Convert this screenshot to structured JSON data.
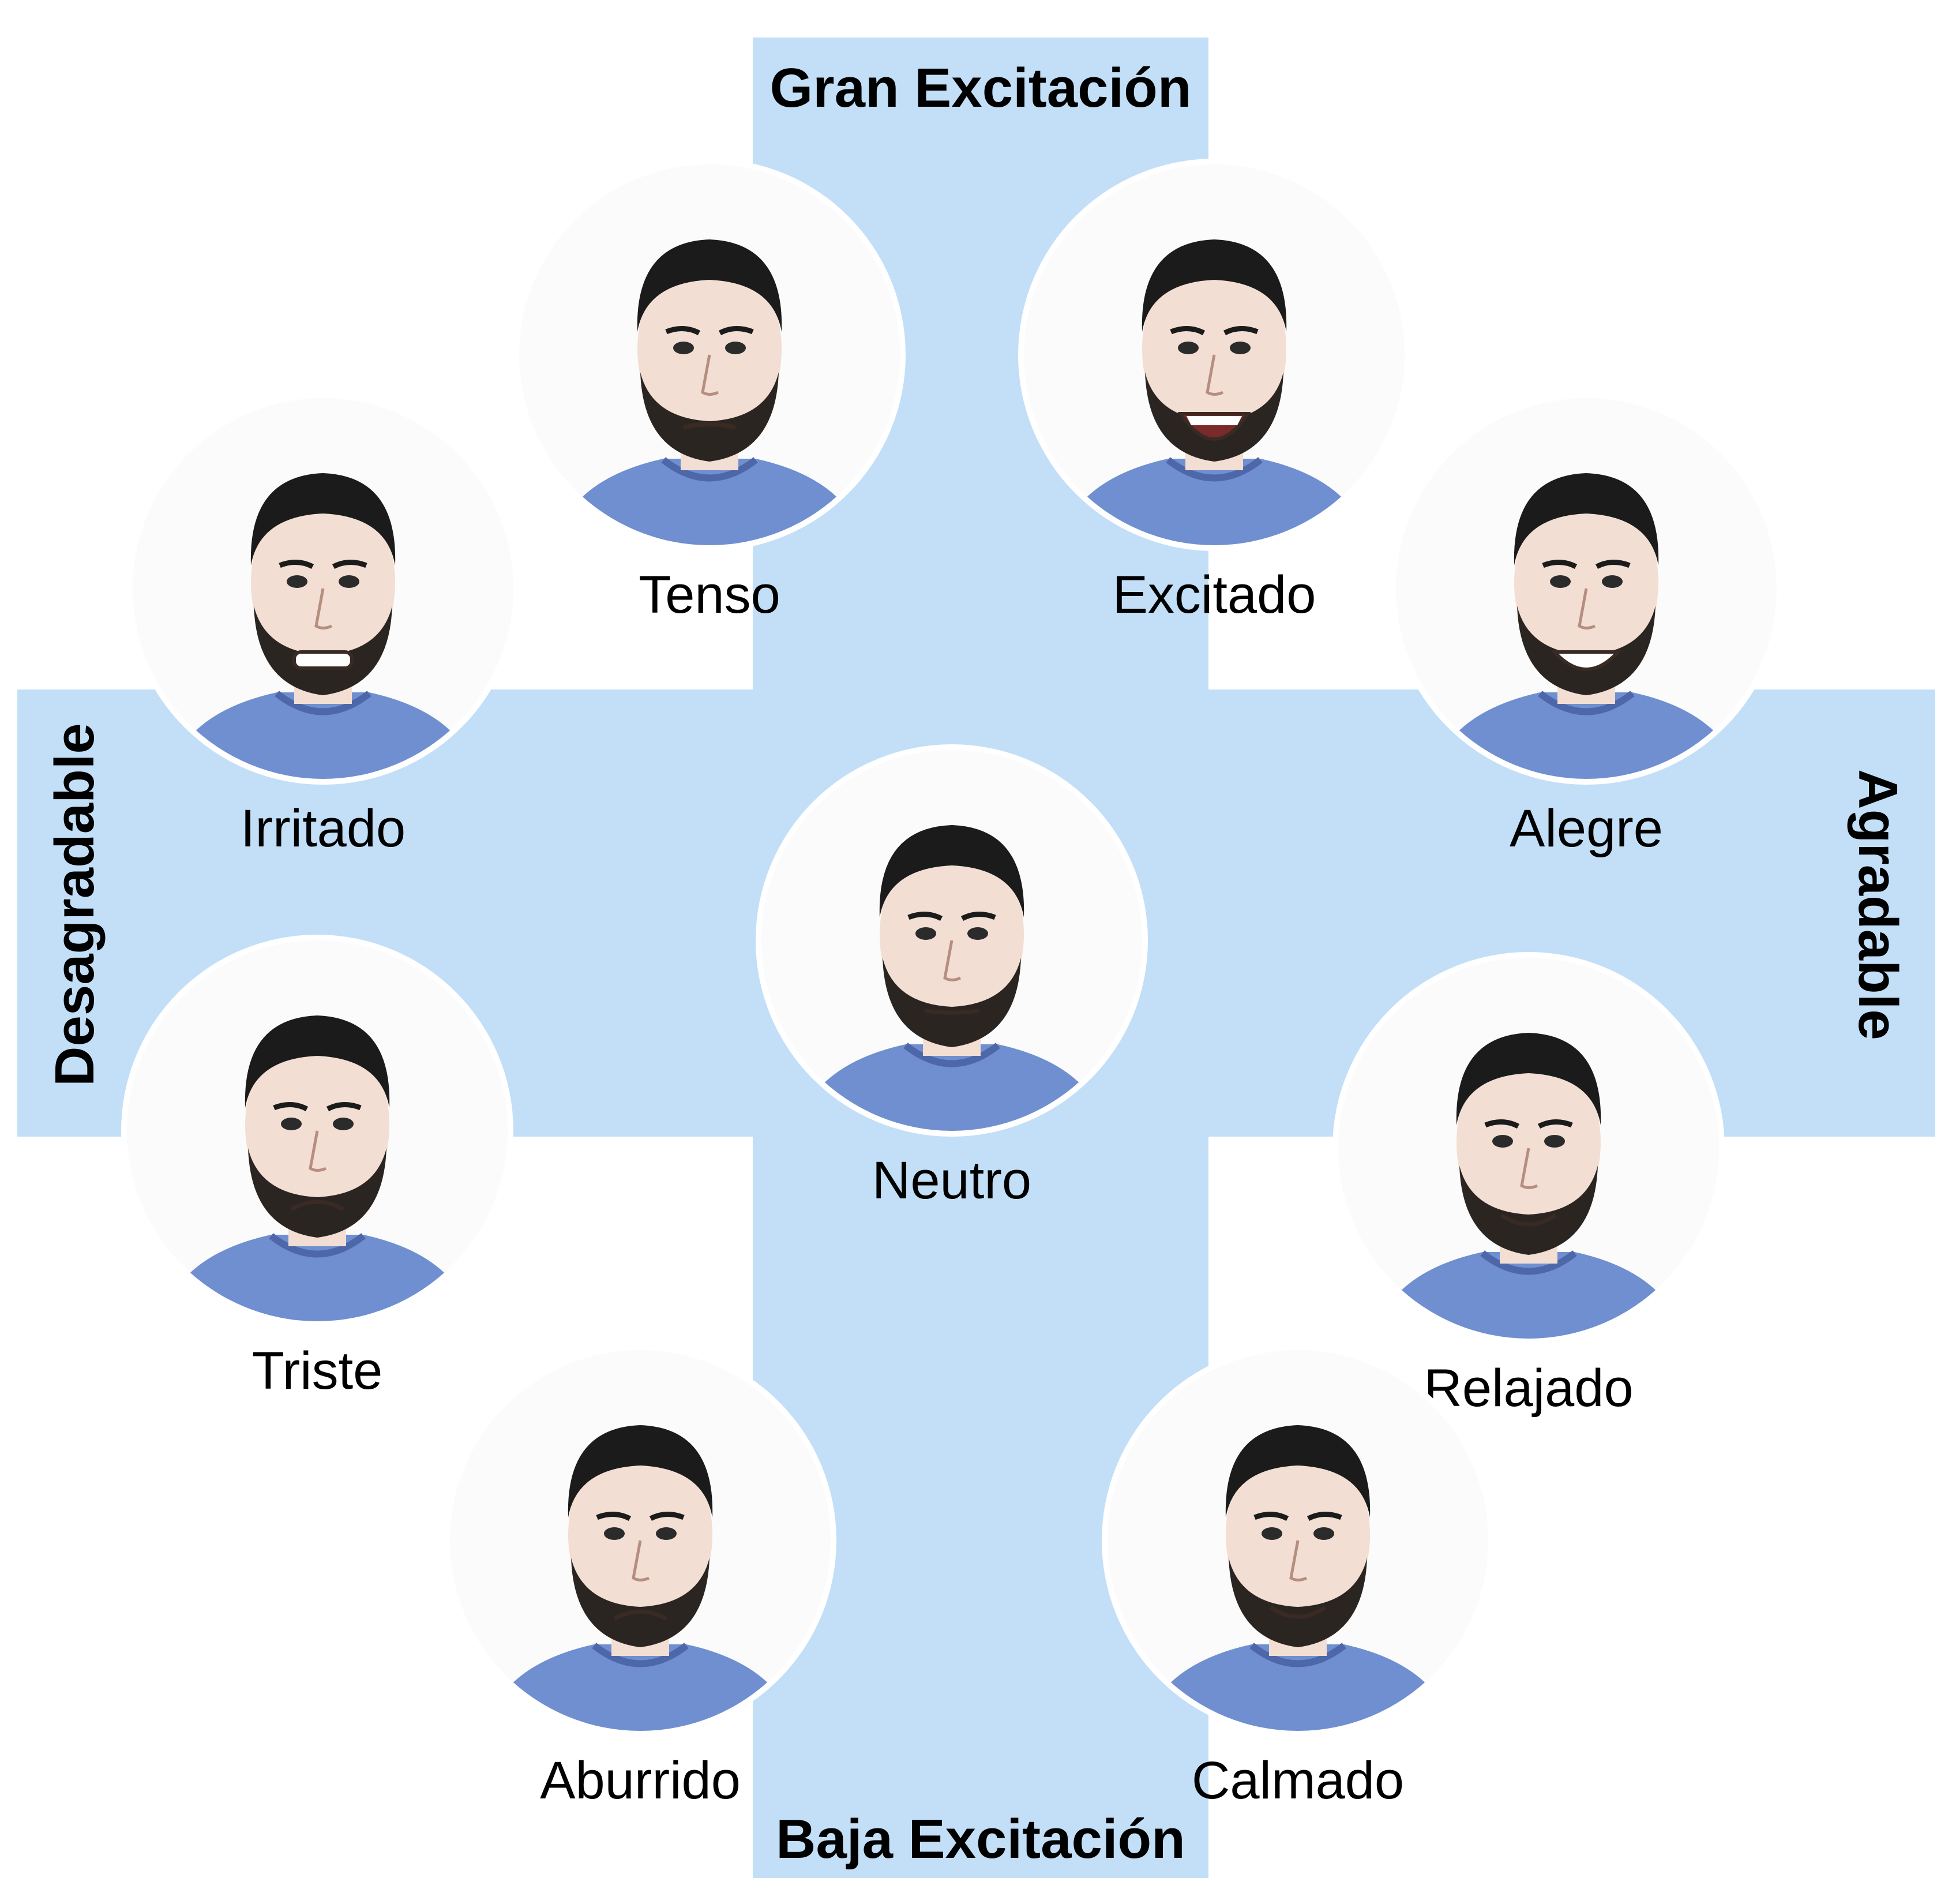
{
  "axes": {
    "top": "Gran Excitación",
    "bottom": "Baja Excitación",
    "left": "Desagradable",
    "right": "Agradable"
  },
  "colors": {
    "band": "#c2dff7",
    "shirt": "#6f8fd0",
    "hair": "#1b1b1b",
    "skin": "#f3ded3"
  },
  "emotions": [
    {
      "id": "tenso",
      "label": "Tenso",
      "mouth": "tense"
    },
    {
      "id": "excitado",
      "label": "Excitado",
      "mouth": "open-smile"
    },
    {
      "id": "irritado",
      "label": "Irritado",
      "mouth": "grimace"
    },
    {
      "id": "alegre",
      "label": "Alegre",
      "mouth": "smile"
    },
    {
      "id": "neutro",
      "label": "Neutro",
      "mouth": "flat"
    },
    {
      "id": "triste",
      "label": "Triste",
      "mouth": "frown"
    },
    {
      "id": "relajado",
      "label": "Relajado",
      "mouth": "soft-smile"
    },
    {
      "id": "aburrido",
      "label": "Aburrido",
      "mouth": "frown"
    },
    {
      "id": "calmado",
      "label": "Calmado",
      "mouth": "soft-smile"
    }
  ]
}
